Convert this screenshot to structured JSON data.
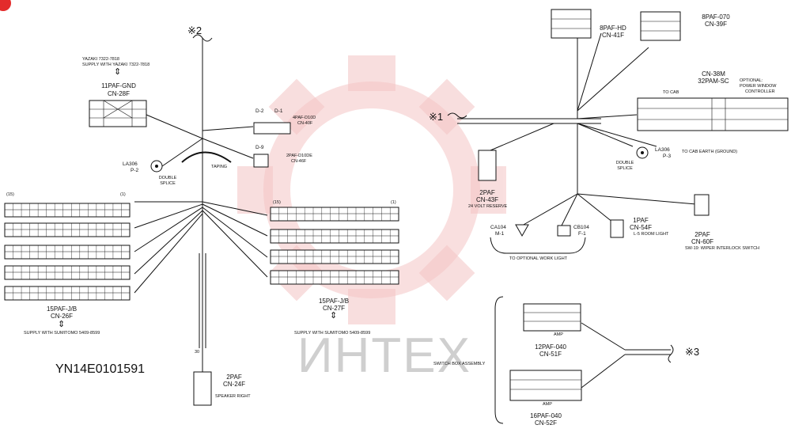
{
  "watermark": {
    "text": "ИНТЕХ",
    "color": "#f3b8b8"
  },
  "marks": {
    "x2": "※2",
    "x1": "※1",
    "x3": "※3"
  },
  "code": "YN14E0101591",
  "left": {
    "yazaki": "YAZAKI  7322-7818",
    "yazaki_supply": "SUPPLY WITH YAZAKI 7322-7818",
    "gnd_name": "11PAF-GND",
    "gnd_cn": "CN-28F",
    "d2": "D-2",
    "d1": "D-1",
    "pafd10d": "4PAF-D10D",
    "cn40f": "CN-40F",
    "d9": "D-9",
    "pafd10de": "2PAF-D10DE",
    "cn46f": "CN-46F",
    "taping": "TAPING",
    "la306": "LA306",
    "p2": "P-2",
    "double_splice": "DOUBLE",
    "double_splice2": "SPLICE",
    "j15": "(15)",
    "j1": "(1)",
    "paf15": "15PAF-J/B",
    "cn26f": "CN-26F",
    "supply_sumi": "SUPPLY WITH SUMITOMO 5409-8599",
    "paf15b": "15PAF-J/B",
    "cn27f": "CN-27F",
    "supply_sumi2": "SUPPLY WITH SUMITOMO 5409-8599",
    "paf2": "2PAF",
    "cn24f": "CN-24F",
    "speaker": "SPEAKER RIGHT",
    "wire30": "30"
  },
  "right": {
    "paf8hd": "8PAF-HD",
    "cn41f": "CN-41F",
    "paf8070": "8PAF-070",
    "cn39f": "CN-39F",
    "cn38m": "CN-38M",
    "pam32": "32PAM-SC",
    "optional": "OPTIONAL:",
    "pw1": "POWER WINDOW",
    "pw2": "CONTROLLER",
    "to_cab": "TO CAB",
    "la306": "LA306",
    "p3": "P-3",
    "to_cab_earth": "TO CAB EARTH (GROUND)",
    "double_splice": "DOUBLE",
    "double_splice2": "SPLICE",
    "paf2": "2PAF",
    "cn43f": "CN-43F",
    "volt24": "24 VOLT RESERVE",
    "ca104": "CA104",
    "m1": "M-1",
    "cb104": "CB104",
    "f1": "F-1",
    "paf1": "1PAF",
    "cn54f": "CN-54F",
    "room": "L-5 ROOM LIGHT",
    "paf2b": "2PAF",
    "cn60f": "CN-60F",
    "wiper": "SW-19: WIPER INTERLOCK SWITCH",
    "work_light": "TO OPTIONAL WORK LIGHT",
    "paf12": "12PAF-040",
    "cn51f": "CN-51F",
    "switch_box": "SWITCH BOX ASSEMBLY",
    "paf16": "16PAF-040",
    "cn52f": "CN-52F",
    "amp": "AMP"
  }
}
